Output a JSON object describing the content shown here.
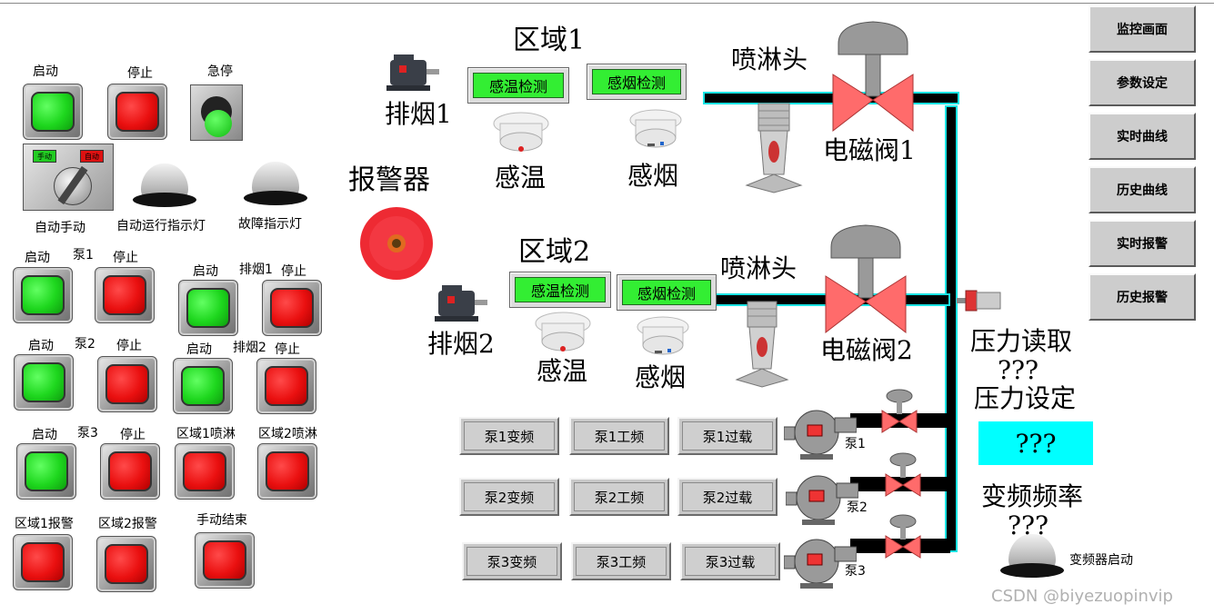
{
  "left_controls": {
    "start": "启动",
    "stop": "停止",
    "estop": "急停",
    "auto_manual": "自动手动",
    "selector_manual": "手动",
    "selector_auto": "自动",
    "auto_lamp": "自动运行指示灯",
    "fault_lamp": "故障指示灯",
    "pump1_start": "启动",
    "pump1": "泵1",
    "pump1_stop": "停止",
    "smoke1_start": "启动",
    "smoke1_label": "排烟1",
    "smoke1_stop": "停止",
    "pump2_start": "启动",
    "pump2": "泵2",
    "pump2_stop": "停止",
    "smoke2_start": "启动",
    "smoke2_label": "排烟2",
    "smoke2_stop": "停止",
    "pump3_start": "启动",
    "pump3": "泵3",
    "pump3_stop": "停止",
    "zone1_spray": "区域1喷淋",
    "zone2_spray": "区域2喷淋",
    "zone1_alarm": "区域1报警",
    "zone2_alarm": "区域2报警",
    "manual_end": "手动结束"
  },
  "zone1": {
    "title": "区域1",
    "exhaust": "排烟1",
    "temp_detect": "感温检测",
    "smoke_detect": "感烟检测",
    "temp_label": "感温",
    "smoke_label": "感烟",
    "sprinkler": "喷淋头",
    "valve": "电磁阀1"
  },
  "zone2": {
    "title": "区域2",
    "exhaust": "排烟2",
    "temp_detect": "感温检测",
    "smoke_detect": "感烟检测",
    "temp_label": "感温",
    "smoke_label": "感烟",
    "sprinkler": "喷淋头",
    "valve": "电磁阀2"
  },
  "alarm": "报警器",
  "pumps": [
    {
      "vf": "泵1变频",
      "pf": "泵1工频",
      "ol": "泵1过载",
      "label": "泵1"
    },
    {
      "vf": "泵2变频",
      "pf": "泵2工频",
      "ol": "泵2过载",
      "label": "泵2"
    },
    {
      "vf": "泵3变频",
      "pf": "泵3工频",
      "ol": "泵3过载",
      "label": "泵3"
    }
  ],
  "pressure": {
    "read_label": "压力读取",
    "read_value": "???",
    "set_label": "压力设定",
    "set_value": "???",
    "freq_label": "变频频率",
    "freq_value": "???",
    "vfd_start": "变频器启动"
  },
  "nav": [
    "监控画面",
    "参数设定",
    "实时曲线",
    "历史曲线",
    "实时报警",
    "历史报警"
  ],
  "watermark": "CSDN @biyezuopinvip",
  "colors": {
    "pipe": "#000000",
    "pipe_glow": "#19e3e3",
    "valve": "#ff5a5a",
    "setpoint_bg": "#00ffff",
    "indicator_green": "#33ee33"
  }
}
